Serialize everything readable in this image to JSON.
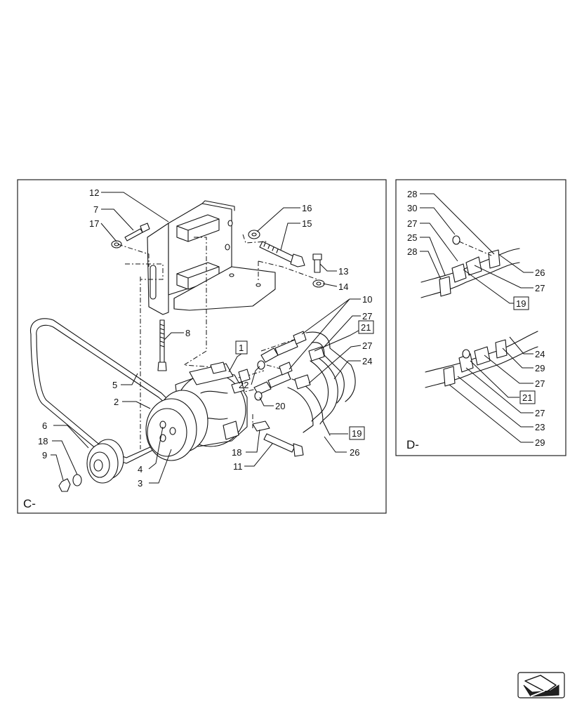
{
  "panels": {
    "c": {
      "label": "C-"
    },
    "d": {
      "label": "D-"
    }
  },
  "callouts_c": [
    {
      "id": "c12",
      "text": "12"
    },
    {
      "id": "c7",
      "text": "7"
    },
    {
      "id": "c17",
      "text": "17"
    },
    {
      "id": "c16",
      "text": "16"
    },
    {
      "id": "c15",
      "text": "15"
    },
    {
      "id": "c13",
      "text": "13"
    },
    {
      "id": "c14",
      "text": "14"
    },
    {
      "id": "c10",
      "text": "10"
    },
    {
      "id": "c27a",
      "text": "27"
    },
    {
      "id": "c27b",
      "text": "27"
    },
    {
      "id": "c24",
      "text": "24"
    },
    {
      "id": "c8",
      "text": "8"
    },
    {
      "id": "c5",
      "text": "5"
    },
    {
      "id": "c2",
      "text": "2"
    },
    {
      "id": "c22",
      "text": "22"
    },
    {
      "id": "c20",
      "text": "20"
    },
    {
      "id": "c6",
      "text": "6"
    },
    {
      "id": "c18a",
      "text": "18"
    },
    {
      "id": "c9",
      "text": "9"
    },
    {
      "id": "c4",
      "text": "4"
    },
    {
      "id": "c3",
      "text": "3"
    },
    {
      "id": "c18b",
      "text": "18"
    },
    {
      "id": "c11",
      "text": "11"
    },
    {
      "id": "c26",
      "text": "26"
    }
  ],
  "callouts_d": [
    {
      "id": "d28a",
      "text": "28"
    },
    {
      "id": "d30",
      "text": "30"
    },
    {
      "id": "d27a",
      "text": "27"
    },
    {
      "id": "d25",
      "text": "25"
    },
    {
      "id": "d28b",
      "text": "28"
    },
    {
      "id": "d26",
      "text": "26"
    },
    {
      "id": "d27b",
      "text": "27"
    },
    {
      "id": "d24",
      "text": "24"
    },
    {
      "id": "d29a",
      "text": "29"
    },
    {
      "id": "d27c",
      "text": "27"
    },
    {
      "id": "d27d",
      "text": "27"
    },
    {
      "id": "d23",
      "text": "23"
    },
    {
      "id": "d29b",
      "text": "29"
    }
  ],
  "ref_boxes": [
    {
      "id": "r1",
      "text": "1"
    },
    {
      "id": "r21a",
      "text": "21"
    },
    {
      "id": "r19a",
      "text": "19"
    },
    {
      "id": "r19b",
      "text": "19"
    },
    {
      "id": "r21b",
      "text": "21"
    }
  ],
  "icons": {
    "navigation": "next-page-arrow-icon"
  }
}
